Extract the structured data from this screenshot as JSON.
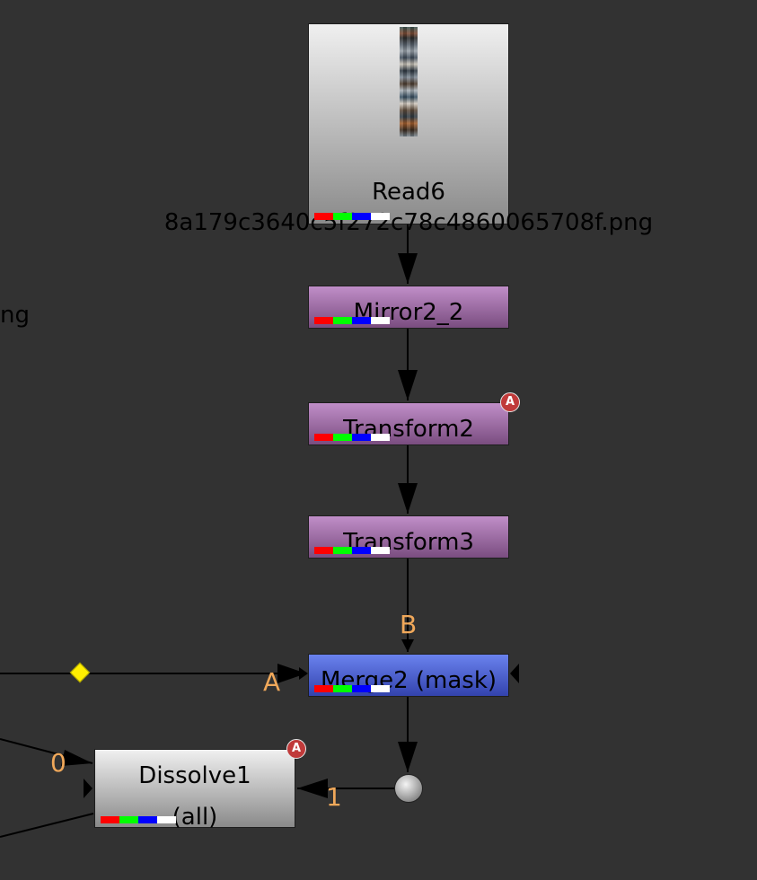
{
  "nodes": {
    "read6": {
      "name": "Read6",
      "file": "8a179c3640c5f272c78c4860065708f.png"
    },
    "mirror": {
      "name": "Mirror2_2"
    },
    "transform2": {
      "name": "Transform2",
      "badge": "A"
    },
    "transform3": {
      "name": "Transform3"
    },
    "merge": {
      "name": "Merge2 (mask)"
    },
    "dissolve": {
      "name": "Dissolve1",
      "sub": "(all)",
      "badge": "A"
    }
  },
  "offscreen_label": "ng",
  "input_labels": {
    "merge_b": "B",
    "merge_a": "A",
    "dissolve_0": "0",
    "dissolve_1": "1"
  },
  "colors": {
    "background": "#323232",
    "node_read": "#c8c8c8",
    "node_transform": "#a57aae",
    "node_merge": "#4b5fd0",
    "input_label": "#f0a85a",
    "badge": "#c03a3a"
  }
}
